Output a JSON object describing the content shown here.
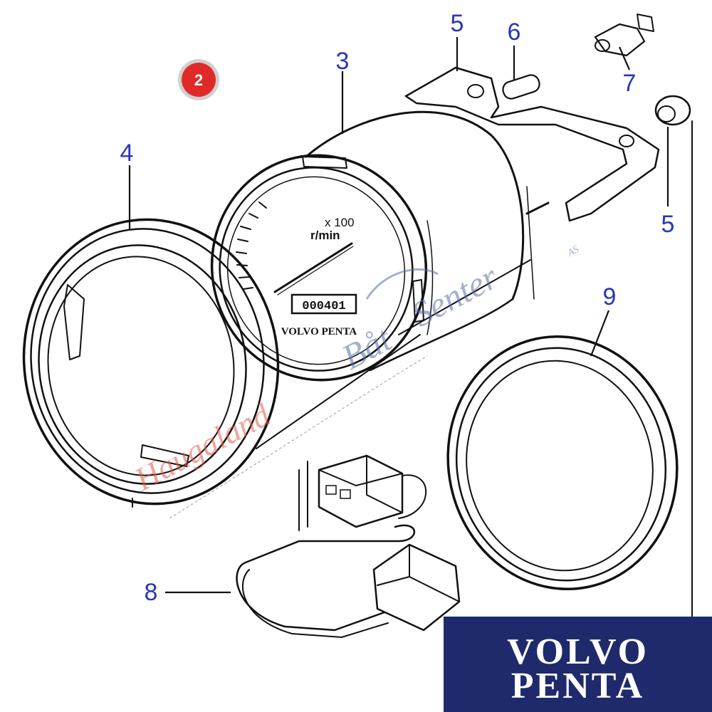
{
  "diagram": {
    "badge": "2",
    "callouts": {
      "c3": "3",
      "c4": "4",
      "c5a": "5",
      "c5b": "5",
      "c6": "6",
      "c7": "7",
      "c8": "8",
      "c9": "9"
    },
    "gauge": {
      "multiplier": "x 100",
      "unit": "r/min",
      "brand": "VOLVO PENTA",
      "odometer": "000401"
    }
  },
  "watermark": {
    "company": "Haugaland",
    "company_part2": "Båt",
    "company_part3": "Senter",
    "suffix": "AS"
  },
  "logo": {
    "line1": "VOLVO",
    "line2": "PENTA"
  },
  "colors": {
    "callout": "#2b35b8",
    "badge": "#e02a2a",
    "logo_bg": "#1e2a6b",
    "watermark_blue": "#5a6ea8",
    "watermark_red": "#e05a4a"
  }
}
